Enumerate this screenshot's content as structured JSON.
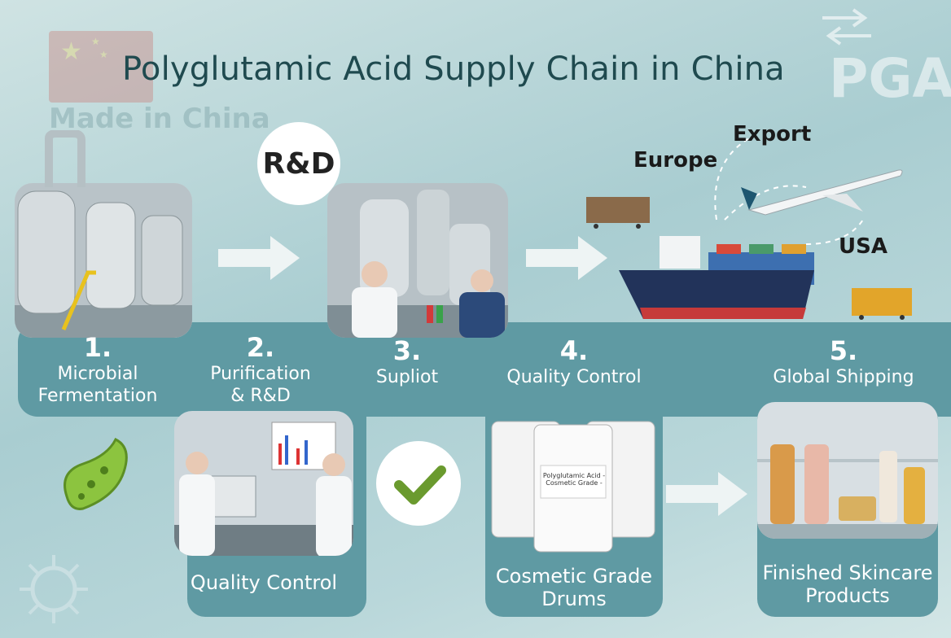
{
  "title": "Polyglutamic Acid Supply Chain in China",
  "watermark_made": "Made in China",
  "watermark_pga": "PGA",
  "rd_badge": "R&D",
  "destinations": {
    "export": "Export",
    "europe": "Europe",
    "usa": "USA"
  },
  "steps": [
    {
      "num": "1.",
      "label_line1": "Microbial",
      "label_line2": "Fermentation"
    },
    {
      "num": "2.",
      "label_line1": "Purification",
      "label_line2": "& R&D"
    },
    {
      "num": "3.",
      "label_line1": "Supliot",
      "label_line2": ""
    },
    {
      "num": "4.",
      "label_line1": "Quality Control",
      "label_line2": ""
    },
    {
      "num": "5.",
      "label_line1": "Global Shipping",
      "label_line2": ""
    }
  ],
  "bottom": {
    "qc_caption": "Quality Control",
    "drums_caption_line1": "Cosmetic Grade",
    "drums_caption_line2": "Drums",
    "products_caption_line1": "Finished Skincare",
    "products_caption_line2": "Products",
    "drum_label_line1": "Polyglutamic Acid -",
    "drum_label_line2": "Cosmetic Grade -"
  },
  "colors": {
    "band": "#5f9aa3",
    "title": "#1f4a4f",
    "check": "#6a9a2e",
    "ship_hull": "#22335a"
  }
}
